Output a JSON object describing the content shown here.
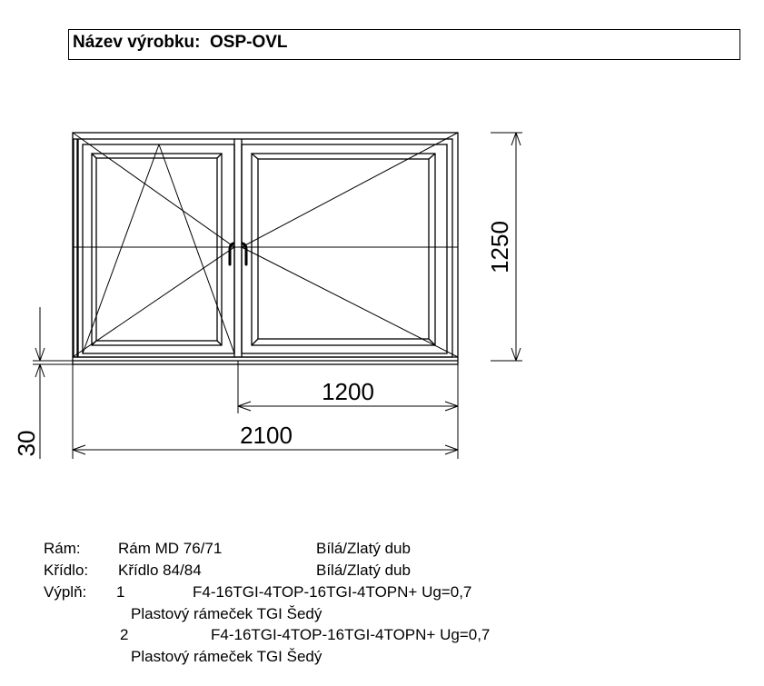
{
  "header": {
    "title": "Název výrobku:  OSP-OVL"
  },
  "dimensions": {
    "height": "1250",
    "sash_width": "1200",
    "total_width": "2100",
    "bottom_offset": "30"
  },
  "specs": {
    "frame": {
      "label": "Rám:",
      "value": "Rám MD 76/71",
      "color": "Bílá/Zlatý dub"
    },
    "sash": {
      "label": "Křídlo:",
      "value": "Křídlo 84/84",
      "color": "Bílá/Zlatý dub"
    },
    "glazing": {
      "label": "Výplň:",
      "items": [
        {
          "number": "1",
          "spec": "F4-16TGI-4TOP-16TGI-4TOPN+ Ug=0,7",
          "spacer": "Plastový rámeček TGI Šedý"
        },
        {
          "number": "2",
          "spec": "F4-16TGI-4TOP-16TGI-4TOPN+ Ug=0,7",
          "spacer": "Plastový rámeček TGI Šedý"
        }
      ]
    }
  },
  "colors": {
    "line": "#000000",
    "background": "#ffffff"
  }
}
